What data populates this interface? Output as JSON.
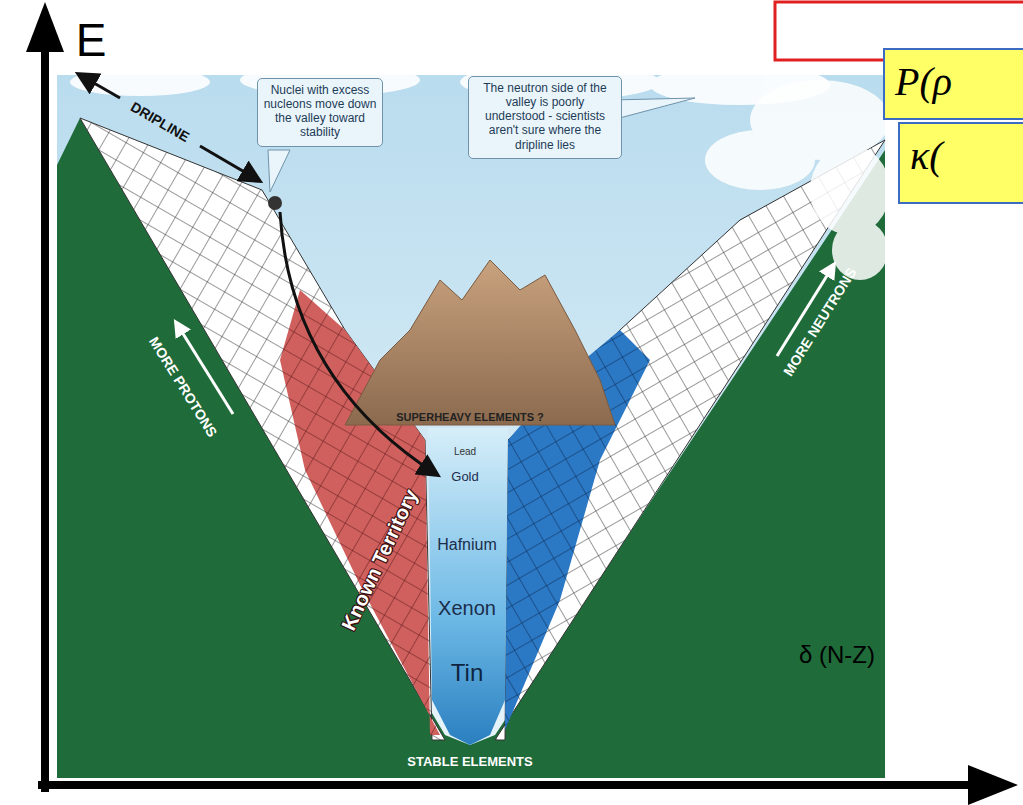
{
  "diagram": {
    "nodes": [
      {
        "text": [
          "P(ρ"
        ]
      },
      {
        "text": [
          "κ("
        ]
      },
      {
        "text": [
          "Nuclei with excess nucleons move down the valley toward stability"
        ]
      },
      {
        "text": [
          "The neutron side of the valley is poorly understood - scientists aren't sure where the dripline lies"
        ]
      }
    ],
    "labels": [
      "E",
      "DRIPLINE",
      "SUPERHEAVY ELEMENTS ?",
      "MORE PROTONS",
      "MORE NEUTRONS",
      "Lead",
      "Gold",
      "Hafnium",
      "Known Territory",
      "Xenon",
      "Tin",
      "δ (N-Z)",
      "STABLE ELEMENTS"
    ]
  }
}
